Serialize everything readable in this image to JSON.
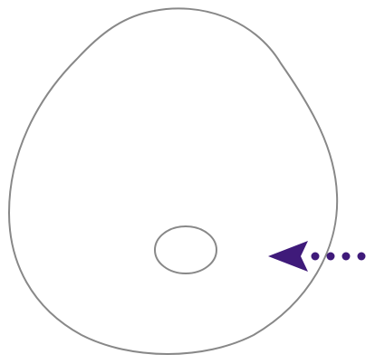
{
  "diagram": {
    "outline_color": "#888888",
    "arrow_color": "#3f1a7a",
    "elements": [
      {
        "name": "outer-shape",
        "kind": "rounded-triangular outline"
      },
      {
        "name": "inner-oval",
        "kind": "small oval outline"
      },
      {
        "name": "pointer-arrow",
        "kind": "dotted arrow pointing left",
        "icon": "dotted-arrow-left-icon"
      }
    ]
  }
}
